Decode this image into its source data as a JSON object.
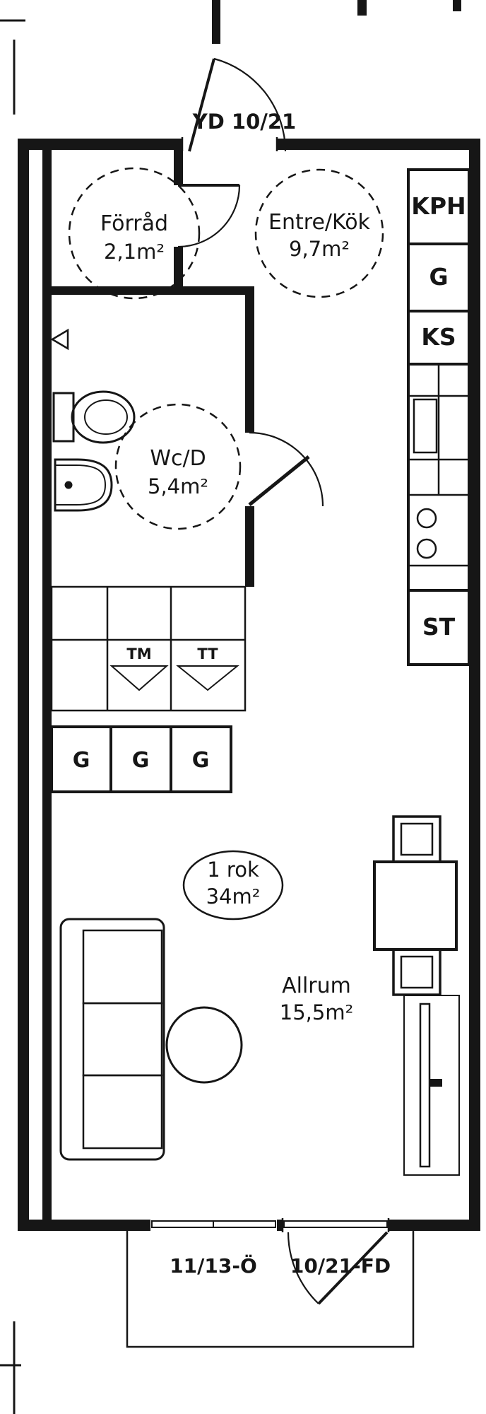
{
  "plan": {
    "colors": {
      "ink": "#161616",
      "background": "#ffffff"
    },
    "openings": {
      "entrance_label": "YD 10/21",
      "window_label": "11/13-Ö",
      "balcony_door_label": "10/21-FD"
    },
    "rooms": {
      "forrad": {
        "name": "Förråd",
        "area": "2,1m²"
      },
      "entre_kok": {
        "name": "Entre/Kök",
        "area": "9,7m²"
      },
      "wc_d": {
        "name": "Wc/D",
        "area": "5,4m²"
      },
      "allrum": {
        "name": "Allrum",
        "area": "15,5m²"
      },
      "apartment": {
        "name": "1 rok",
        "area": "34m²"
      }
    },
    "labels": {
      "kph": "KPH",
      "kitchen_g": "G",
      "ks": "KS",
      "st": "ST",
      "tm": "TM",
      "tt": "TT",
      "wardrobes": [
        "G",
        "G",
        "G"
      ]
    }
  }
}
